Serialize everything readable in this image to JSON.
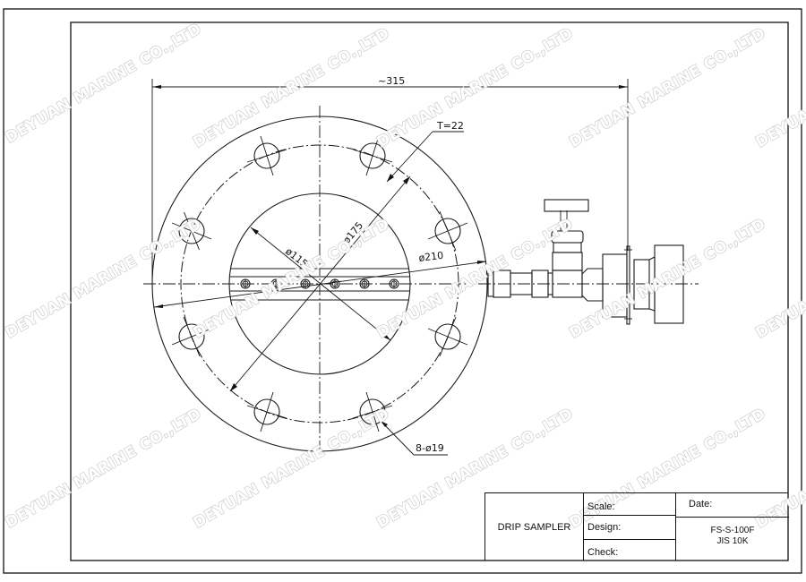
{
  "drawing": {
    "title": "DRIP SAMPLER",
    "watermark_text": "DEYUAN MARINE CO.,LTD",
    "dimensions": {
      "overall_length": "~315",
      "thickness": "T=22",
      "inner_diameter": "ø115",
      "pcd_diameter": "ø175",
      "outer_diameter": "ø210",
      "bolt_holes": "8-ø19"
    }
  },
  "title_block": {
    "name": "DRIP SAMPLER",
    "scale_label": "Scale:",
    "design_label": "Design:",
    "check_label": "Check:",
    "date_label": "Date:",
    "model_line1": "FS-S-100F",
    "model_line2": "JIS 10K"
  }
}
